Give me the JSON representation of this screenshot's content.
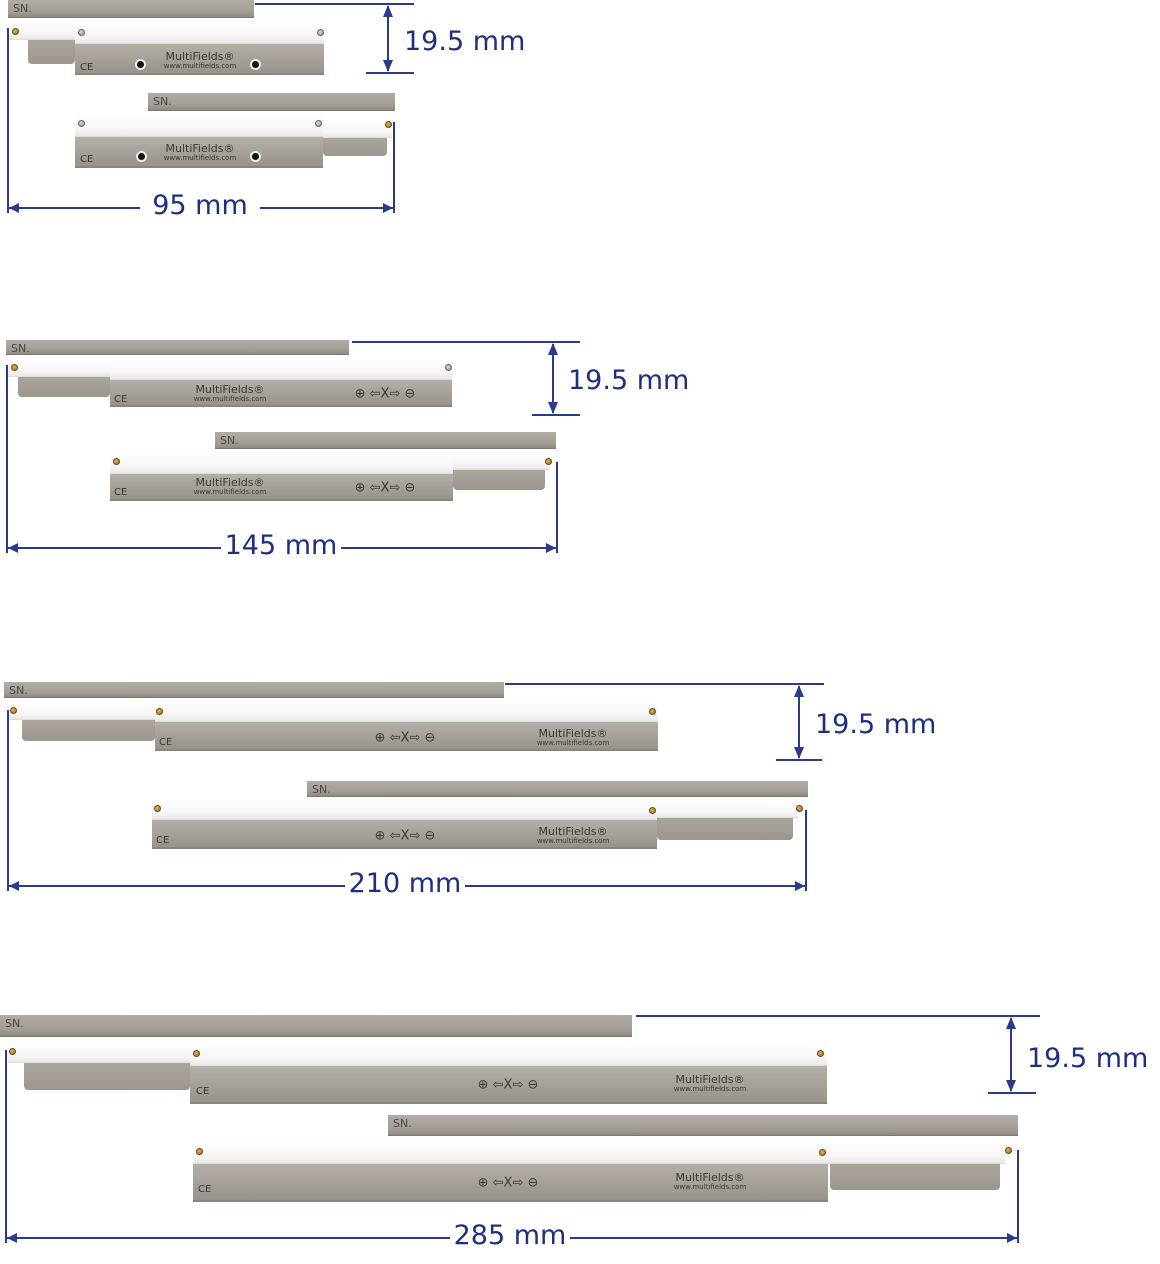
{
  "product": {
    "serial_label": "SN.",
    "brand": "MultiFields®",
    "website": "www.multifields.com",
    "ce_mark": "CE",
    "direction_symbols": "⊕ ⇦X⇨ ⊖"
  },
  "groups": [
    {
      "width_label": "95 mm",
      "height_label": "19.5 mm"
    },
    {
      "width_label": "145 mm",
      "height_label": "19.5 mm"
    },
    {
      "width_label": "210 mm",
      "height_label": "19.5 mm"
    },
    {
      "width_label": "285 mm",
      "height_label": "19.5 mm"
    }
  ],
  "colors": {
    "dimension_line": "#2b3a8a",
    "plate_grey": "#a6a199",
    "brass_screw": "#c9973f"
  }
}
